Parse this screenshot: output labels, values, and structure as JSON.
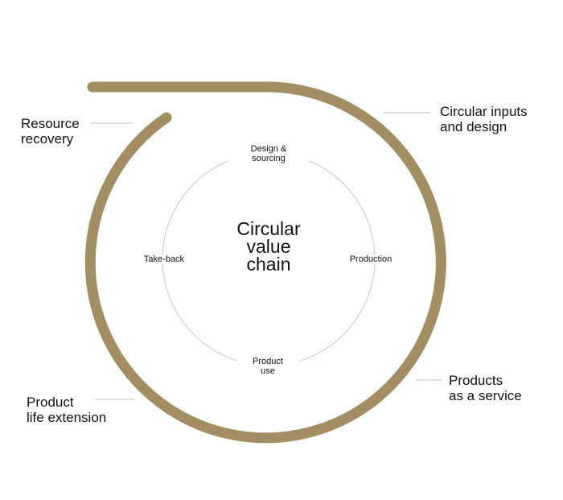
{
  "diagram": {
    "center_title": "Circular\nvalue\nchain",
    "inner_stages": [
      {
        "id": "design",
        "label": "Design &\nsourcing"
      },
      {
        "id": "production",
        "label": "Production"
      },
      {
        "id": "use",
        "label": "Product\nuse"
      },
      {
        "id": "takeback",
        "label": "Take-back"
      }
    ],
    "outer_stages": [
      {
        "id": "inputs",
        "label": "Circular inputs\nand design"
      },
      {
        "id": "service",
        "label": "Products\nas a service"
      },
      {
        "id": "extension",
        "label": "Product\nlife extension"
      },
      {
        "id": "recovery",
        "label": "Resource\nrecovery"
      }
    ],
    "colors": {
      "ring": "#a38e63",
      "inner_circle": "#c8c8c8",
      "leader_line": "#bdbdbd",
      "text": "#111111"
    }
  }
}
